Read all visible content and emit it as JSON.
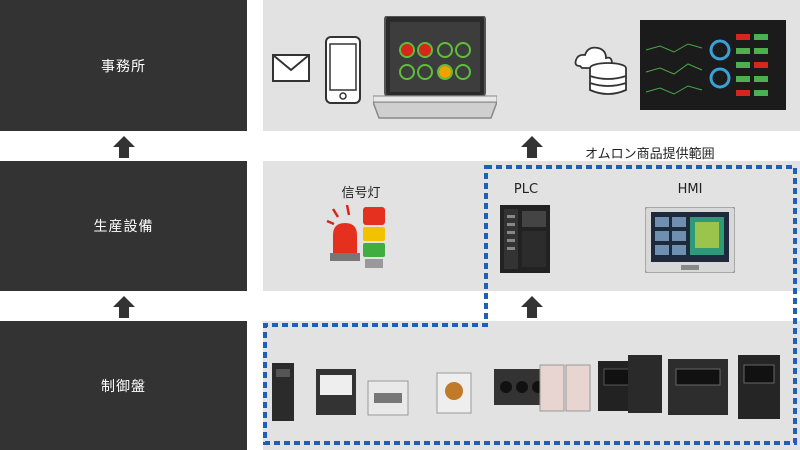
{
  "levels": {
    "top": "事務所",
    "middle": "生産設備",
    "bottom": "制御盤"
  },
  "middle_panel": {
    "signal_light_label": "信号灯",
    "plc_label": "PLC",
    "hmi_label": "HMI"
  },
  "omron_scope_label": "オムロン商品提供範囲",
  "icons": [
    "mail-icon",
    "smartphone-icon",
    "laptop-icon",
    "cloud-database-icon",
    "dashboard-monitor-icon",
    "signal-light-icon",
    "plc-icon",
    "hmi-icon",
    "control-panel-devices"
  ],
  "colors": {
    "dark_block": "#333333",
    "panel": "#e2e2e2",
    "scope_border": "#1f5fb4"
  }
}
